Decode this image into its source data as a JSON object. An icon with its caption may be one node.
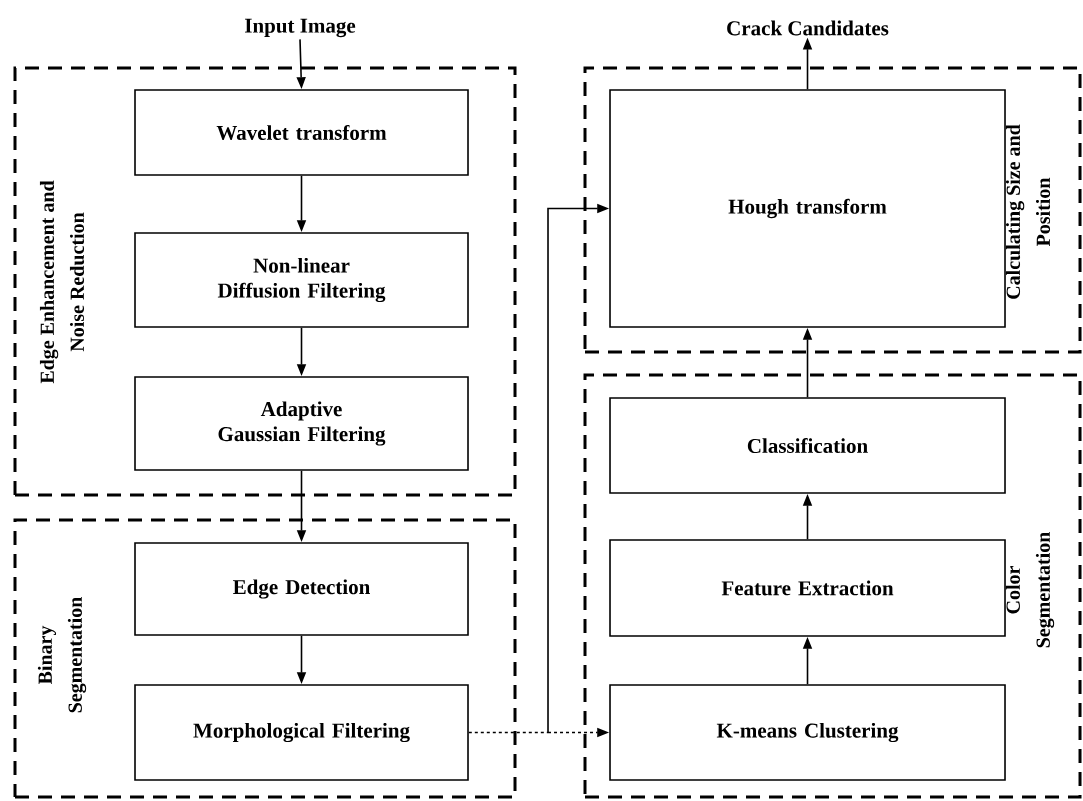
{
  "diagram": {
    "nodes": [
      {
        "text": [
          "Input Image"
        ]
      },
      {
        "text": [
          "Edge Enhancement and Noise Reduction"
        ]
      },
      {
        "text": [
          "Wavelet transform"
        ],
        "in": 1
      },
      {
        "text": [
          "Non-linear Diffusion Filtering"
        ],
        "in": 1
      },
      {
        "text": [
          "Adaptive Gaussian Filtering"
        ],
        "in": 1
      },
      {
        "text": [
          "Binary Segmentation"
        ]
      },
      {
        "text": [
          "Edge Detection"
        ],
        "in": 5
      },
      {
        "text": [
          "Morphological Filtering"
        ],
        "in": 5
      },
      {
        "text": [
          "Crack Candidates"
        ]
      },
      {
        "text": [
          "Calculating Size and Position"
        ]
      },
      {
        "text": [
          "Hough transform"
        ],
        "in": 9
      },
      {
        "text": [
          "Color Segmentation"
        ]
      },
      {
        "text": [
          "Classification"
        ],
        "in": 11
      },
      {
        "text": [
          "Feature Extraction"
        ],
        "in": 11
      },
      {
        "text": [
          "K-means Clustering"
        ],
        "in": 11
      }
    ],
    "edges": [
      {
        "from": 0,
        "to": 2,
        "arrow": "to"
      },
      {
        "from": 2,
        "to": 3,
        "arrow": "to"
      },
      {
        "from": 3,
        "to": 4,
        "arrow": "to"
      },
      {
        "from": 4,
        "to": 6,
        "arrow": "to"
      },
      {
        "from": 6,
        "to": 7,
        "arrow": "to"
      },
      {
        "from": 7,
        "to": 10,
        "arrow": "to"
      },
      {
        "from": 7,
        "to": 14,
        "arrow": "to",
        "style": "dashed"
      },
      {
        "from": 14,
        "to": 13,
        "arrow": "to"
      },
      {
        "from": 13,
        "to": 12,
        "arrow": "to"
      },
      {
        "from": 12,
        "to": 10,
        "arrow": "to"
      },
      {
        "from": 10,
        "to": 8,
        "arrow": "to"
      }
    ]
  }
}
